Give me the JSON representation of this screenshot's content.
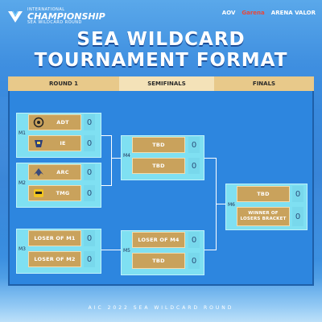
{
  "header": {
    "logo_small_top": "INTERNATIONAL",
    "logo_big": "CHAMPIONSHIP",
    "logo_small_bottom": "SEA WILDCARD ROUND",
    "sponsors": [
      "AOV",
      "Garena",
      "ARENA VALOR"
    ]
  },
  "title": {
    "line1": "SEA WILDCARD",
    "line2": "TOURNAMENT FORMAT"
  },
  "columns": {
    "round1": "ROUND 1",
    "semifinals": "SEMIFINALS",
    "finals": "FINALS"
  },
  "matches": {
    "m1": {
      "label": "M1",
      "team1": "ADT",
      "score1": "0",
      "team2": "IE",
      "score2": "0"
    },
    "m2": {
      "label": "M2",
      "team1": "ARC",
      "score1": "0",
      "team2": "TMG",
      "score2": "0"
    },
    "m3": {
      "label": "M3",
      "team1": "LOSER OF M1",
      "score1": "0",
      "team2": "LOSER OF M2",
      "score2": "0"
    },
    "m4": {
      "label": "M4",
      "team1": "TBD",
      "score1": "0",
      "team2": "TBD",
      "score2": "0"
    },
    "m5": {
      "label": "M5",
      "team1": "LOSER OF M4",
      "score1": "0",
      "team2": "TBD",
      "score2": "0"
    },
    "m6": {
      "label": "M6",
      "team1": "TBD",
      "score1": "0",
      "team2": "WINNER OF LOSERS BRACKET",
      "score2": "0"
    }
  },
  "footer": "AIC 2022 SEA WILDCARD ROUND",
  "colors": {
    "background": "#3f8fe0",
    "board": "#2d86df",
    "team_slot": "#c9a25c",
    "score_box": "#78d8ec",
    "header_tab": "#e8c98a"
  }
}
